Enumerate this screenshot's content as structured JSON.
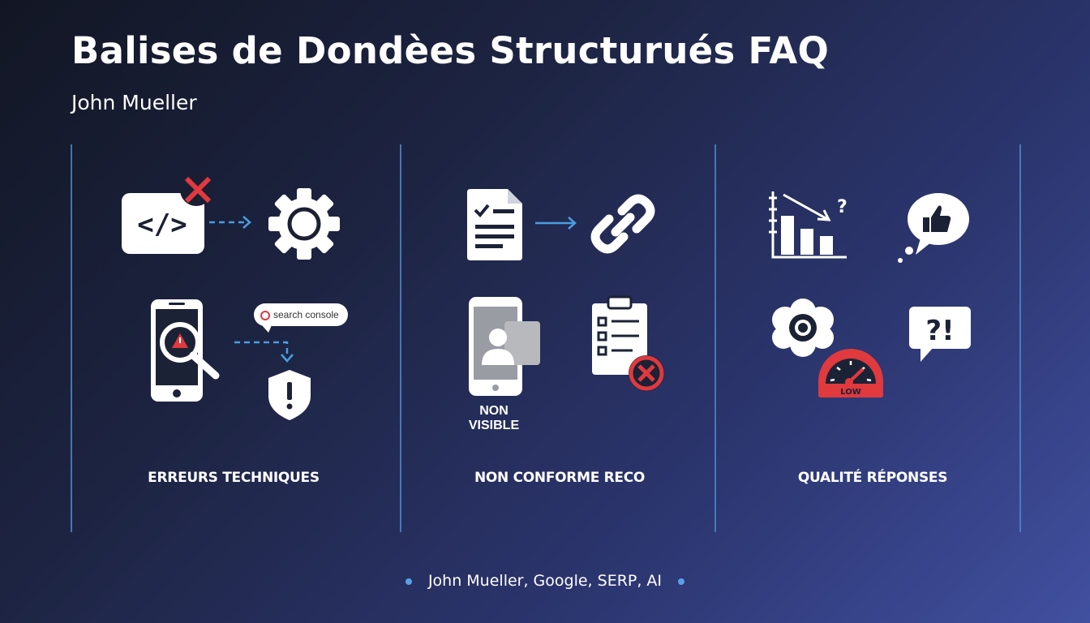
{
  "header": {
    "title": "Balises de Dondèes Structurués FAQ",
    "subtitle": "John Mueller"
  },
  "columns": [
    {
      "label": "ERREURS TECHNIQUES",
      "callout": "search console"
    },
    {
      "label": "NON CONFORME RECO",
      "callout": "NON VISIBLE"
    },
    {
      "label": "QUALITÉ RÉPONSES",
      "callout": "LOW"
    }
  ],
  "footer": {
    "text": "John Mueller, Google, SERP, AI"
  },
  "colors": {
    "accent": "#4a9ee0",
    "error": "#e0393e",
    "icon": "#ffffff"
  }
}
